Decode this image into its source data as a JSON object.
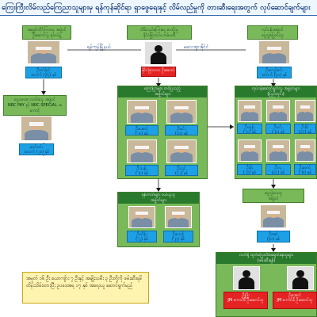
{
  "title": "ကြေးကြီးလိမ်လည်ကြေညာသူများမှ ရန်ကုန်ဆိုင်ရာ ရှာဖွေရေးနှင့် လိမ်လည်မှုကို တားဆီးရေးအတွက် လုပ်ဆောင်ချက်များ",
  "connectors": {
    "left": "ရန်ကုန်မြို့နယ်",
    "right": "မလေးရှားနိုင်ငံ"
  },
  "nodes": {
    "top_left": {
      "header": "အမှုဖွင့်တိုင်ကြားသူ အဖွဲ့ဝင်\nဦးဆောင်သူ ရဲတပ်ဖွဲ့",
      "label": "ဦးဝင်းမြင့်\nအသက် (၃၅) နှစ်"
    },
    "top_center": {
      "header": "လိမ်လည်ကြေးငွေ ပေးပို့သူ\nနိုင်ငံခြားသား ကမ်ပဏီ",
      "label": "နိုင်ငံခြားသား ဦးဆောင်သူ"
    },
    "top_right": {
      "header": "လုပ်ငန်းအဖွဲ့ဝင်\nငွေလွှဲပြောင်းသူ",
      "label": "ဦးကျော်မင်း\nအသက် (၄၀) နှစ်"
    },
    "mid_left": {
      "header": "ငွေပမာဏ လက်ခံသူ အဖွဲ့ဝင်\nNRC PAY နှင့် NRC SPECIAL အကောင့်",
      "label": "မဝင်းဝင်း\nအသက် (၂၈) နှစ်"
    },
    "mid_center": {
      "header": "ကြော်ငြာများ တင်ပြသည့်\nအဖွဲ့ဝင်များ",
      "labels": [
        "ဦးအောင်\n(၂၅) နှစ်",
        "ဦးမင်း\n(၃၀) နှစ်",
        "ဦးသန်း\n(၂၈) နှစ်",
        "ဦးလွင်\n(၃၂) နှစ်"
      ]
    },
    "mid_right": {
      "header": "လုပ်ငန်းဆောင်ရွက်သူ အဖွဲ့ဝင်များ\n(ပြည်တွင်း)",
      "labels": [
        "ဦးထွန်း\n(၂၄) နှစ်",
        "ဦးဝင်း\n(၂၉) နှစ်",
        "ဦးနိုင်\n(၃၁) နှစ်",
        "ဦးစိုး\n(၂၇) နှစ်",
        "ဦးလှ\n(၃၃) နှစ်",
        "ဦးမောင်\n(၂၆) နှစ်"
      ]
    },
    "low_center": {
      "header": "ဖုန်းကတ်များ ဝယ်ယူသူ\nအဖွဲ့ဝင်များ",
      "labels": [
        "ဦးသိန်း\n(၂၂) နှစ်",
        "ဦးကျော်\n(၂၅) နှစ်"
      ]
    },
    "low_right": {
      "header": "ငွေလွှဲပေးသူ\nအဖွဲ့ဝင်",
      "label": "ဦးဇော်\n(၃၀) နှစ်"
    },
    "bottom_right": {
      "header": "လက်ရှိ ထွက်ပြေးတိမ်းရှောင်နေသူများ\n(ဖမ်းဆီးရန်)",
      "labels": [
        "ဦးဖြိုး\nJM ကောင်စီ ဦးဆောင်သူ",
        "ဦးအောင်\nJM ကောင်စီ ဦးဆောင်သူ"
      ]
    }
  },
  "legend": "အမှတ် ၁၆ ဦး ယောကျ်ား ၇ ဦးနှင့် အမျိုးသမီး ၃ ဦးတို့ကို ဖမ်းဆီးရမိ\nထိန်းသိမ်းထားပြီး ဥပဒေအရ ၁၇ နှစ် အရေးယူ ဆောင်ရွက်မည်"
}
